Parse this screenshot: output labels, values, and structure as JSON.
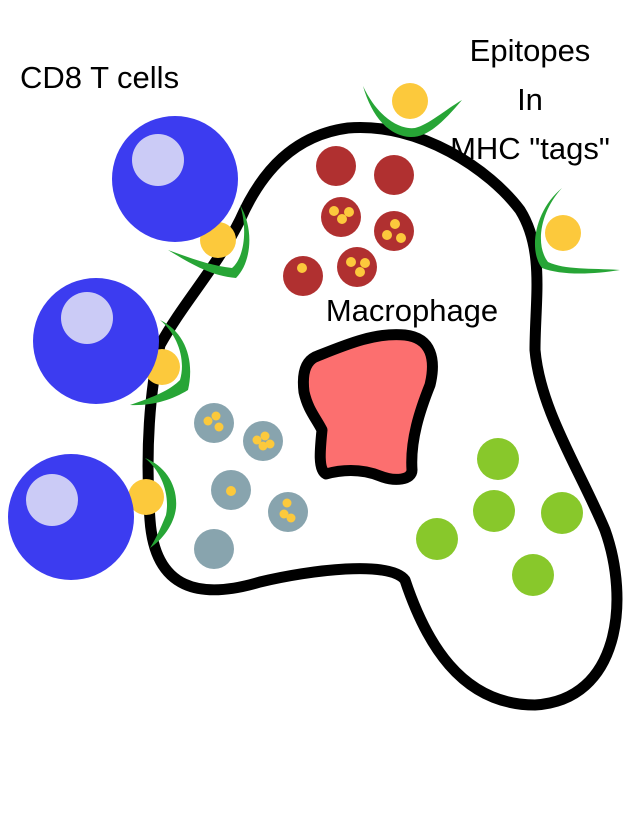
{
  "labels": {
    "t_cells": "CD8 T cells",
    "epitopes_line1": "Epitopes",
    "epitopes_line2": "In",
    "epitopes_line3": "MHC \"tags\"",
    "macrophage": "Macrophage"
  },
  "colors": {
    "t_cell": "#3c3cf0",
    "t_cell_nucleus": "#cbcbf6",
    "epitope": "#fcc93c",
    "mhc": "#27a536",
    "membrane": "#000000",
    "nucleus": "#fc6f6f",
    "red_vesicle": "#b03030",
    "grey_vesicle": "#88a4ae",
    "green_vesicle": "#88c82b"
  },
  "icons": {
    "t_cell": "circle-with-inner-circle",
    "epitope": "small-yellow-circle",
    "mhc": "green-cup-shape"
  }
}
